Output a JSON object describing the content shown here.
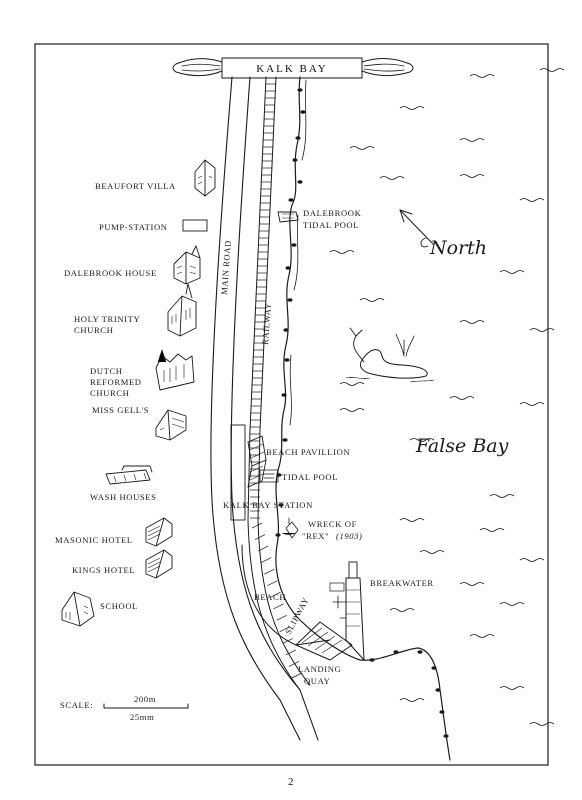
{
  "title": "KALK BAY",
  "north_label": "North",
  "water_label": "False Bay",
  "page_number": "2",
  "scale": {
    "label": "SCALE:",
    "top": "200m",
    "bottom": "25mm"
  },
  "roads": {
    "main_road": "MAIN ROAD",
    "railway": "RAILWAY",
    "slipway": "SLIPWAY"
  },
  "places_left": {
    "beaufort_villa": "BEAUFORT VILLA",
    "pump_station": "PUMP-STATION",
    "dalebrook_house": "DALEBROOK HOUSE",
    "holy_trinity_1": "HOLY TRINITY",
    "holy_trinity_2": "CHURCH",
    "dutch_1": "DUTCH",
    "dutch_2": "REFORMED",
    "dutch_3": "CHURCH",
    "miss_gells": "MISS GELL'S",
    "wash_houses": "WASH HOUSES",
    "masonic_hotel": "MASONIC HOTEL",
    "kings_hotel": "KINGS HOTEL",
    "school": "SCHOOL"
  },
  "places_right": {
    "dalebrook_tidal_1": "DALEBROOK",
    "dalebrook_tidal_2": "TIDAL POOL",
    "beach_pavillion": "BEACH PAVILLION",
    "tidal_pool": "TIDAL POOL",
    "kalk_bay_station": "KALK BAY STATION",
    "wreck_1": "WRECK OF",
    "wreck_2": "\"REX\"",
    "wreck_year": "(1903)",
    "breakwater": "BREAKWATER",
    "beach": "BEACH",
    "landing_1": "LANDING",
    "landing_2": "QUAY"
  }
}
